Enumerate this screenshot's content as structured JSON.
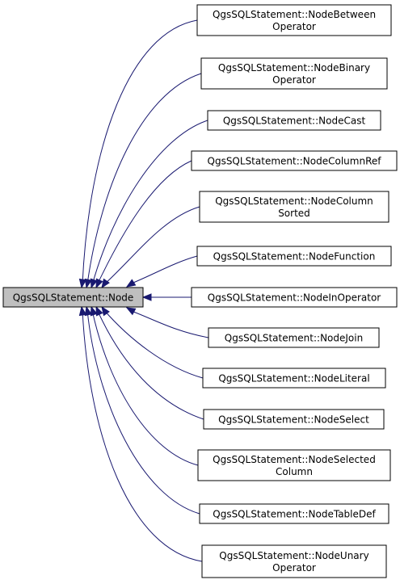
{
  "diagram": {
    "base": {
      "lines": [
        "QgsSQLStatement::Node"
      ]
    },
    "children": [
      {
        "lines": [
          "QgsSQLStatement::NodeBetween",
          "Operator"
        ]
      },
      {
        "lines": [
          "QgsSQLStatement::NodeBinary",
          "Operator"
        ]
      },
      {
        "lines": [
          "QgsSQLStatement::NodeCast"
        ]
      },
      {
        "lines": [
          "QgsSQLStatement::NodeColumnRef"
        ]
      },
      {
        "lines": [
          "QgsSQLStatement::NodeColumn",
          "Sorted"
        ]
      },
      {
        "lines": [
          "QgsSQLStatement::NodeFunction"
        ]
      },
      {
        "lines": [
          "QgsSQLStatement::NodeInOperator"
        ]
      },
      {
        "lines": [
          "QgsSQLStatement::NodeJoin"
        ]
      },
      {
        "lines": [
          "QgsSQLStatement::NodeLiteral"
        ]
      },
      {
        "lines": [
          "QgsSQLStatement::NodeSelect"
        ]
      },
      {
        "lines": [
          "QgsSQLStatement::NodeSelected",
          "Column"
        ]
      },
      {
        "lines": [
          "QgsSQLStatement::NodeTableDef"
        ]
      },
      {
        "lines": [
          "QgsSQLStatement::NodeUnary",
          "Operator"
        ]
      }
    ],
    "colors": {
      "edge": "#191970",
      "base_fill": "#bfbfbf",
      "node_fill": "#ffffff",
      "node_border": "#000000"
    }
  }
}
